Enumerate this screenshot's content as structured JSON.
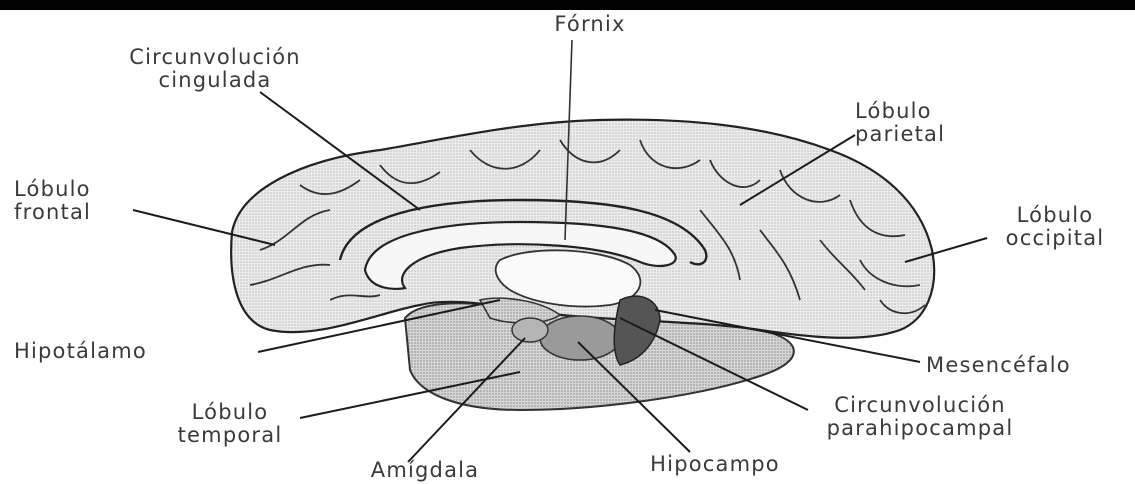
{
  "labels": {
    "fornix": "Fórnix",
    "cingulate_1": "Circunvolución",
    "cingulate_2": "cingulada",
    "parietal_1": "Lóbulo",
    "parietal_2": "parietal",
    "frontal_1": "Lóbulo",
    "frontal_2": "frontal",
    "occipital_1": "Lóbulo",
    "occipital_2": "occipital",
    "hypothalamus": "Hipotálamo",
    "midbrain": "Mesencéfalo",
    "temporal_1": "Lóbulo",
    "temporal_2": "temporal",
    "parahippocampal_1": "Circunvolución",
    "parahippocampal_2": "parahipocampal",
    "amygdala": "Amígdala",
    "hippocampus": "Hipocampo"
  },
  "colors": {
    "cortex": "#e6e6e6",
    "lower": "#cfcfcf",
    "ink": "#2b2b2b"
  }
}
